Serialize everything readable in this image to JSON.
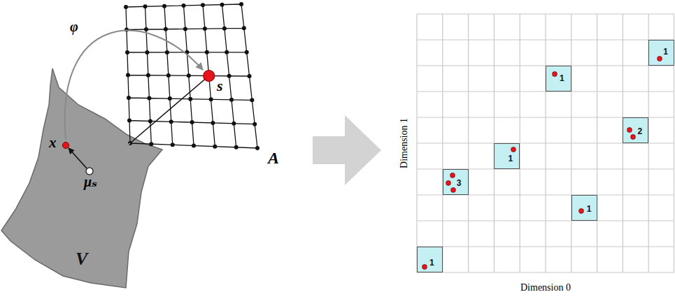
{
  "diagram": {
    "nodes": [
      {
        "text": [
          "V"
        ]
      },
      {
        "text": [
          "1"
        ]
      },
      {
        "text": [
          "1"
        ]
      },
      {
        "text": [
          "2"
        ]
      },
      {
        "text": [
          "1"
        ]
      },
      {
        "text": [
          "3"
        ]
      },
      {
        "text": [
          "1"
        ]
      },
      {
        "text": [
          "1"
        ]
      }
    ],
    "labels": [
      "φ",
      "x",
      "μₛ",
      "s",
      "A",
      "Dimension 1",
      "Dimension 0"
    ]
  }
}
